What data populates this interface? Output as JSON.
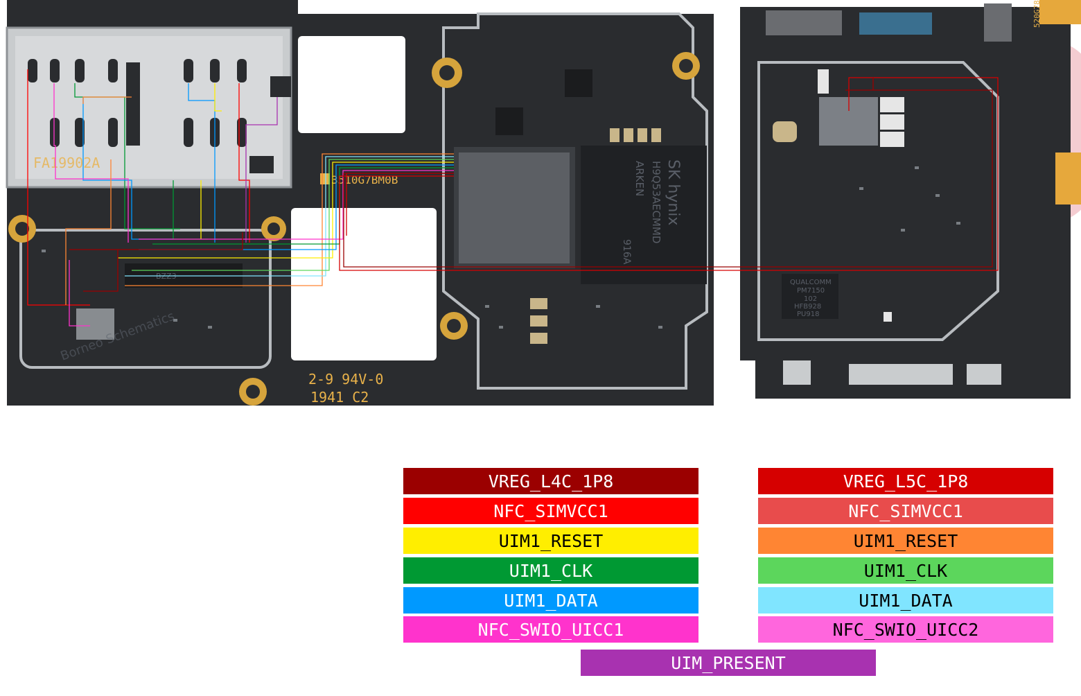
{
  "board": {
    "silkscreen": {
      "marking_left": "FA19902A",
      "marking_mi": "3510G7BM0B",
      "marking_ul": "2-9 94V-0",
      "marking_date": "1941 C2",
      "marking_corner": "520G78"
    },
    "chips": {
      "memory_brand": "SK hynix",
      "memory_part": "H9Q53AECMMD",
      "memory_code": "ARKEN",
      "memory_suffix": "916A",
      "pmic_brand": "QUALCOMM",
      "pmic_part": "PM7150",
      "pmic_code": "102",
      "pmic_lot": "HFB928",
      "pmic_sub": "PU918",
      "small_chip": "BZZ3"
    },
    "watermark": "Borneo Schematics"
  },
  "legend": {
    "left": [
      {
        "label": "VREG_L4C_1P8",
        "bg": "#9b0000",
        "fg": "#ffffff"
      },
      {
        "label": "NFC_SIMVCC1",
        "bg": "#ff0000",
        "fg": "#ffffff"
      },
      {
        "label": "UIM1_RESET",
        "bg": "#ffee00",
        "fg": "#000000"
      },
      {
        "label": "UIM1_CLK",
        "bg": "#009933",
        "fg": "#ffffff"
      },
      {
        "label": "UIM1_DATA",
        "bg": "#0099ff",
        "fg": "#ffffff"
      },
      {
        "label": "NFC_SWIO_UICC1",
        "bg": "#ff33cc",
        "fg": "#ffffff"
      }
    ],
    "right": [
      {
        "label": "VREG_L5C_1P8",
        "bg": "#d60000",
        "fg": "#ffffff"
      },
      {
        "label": "NFC_SIMVCC1",
        "bg": "#e84c4c",
        "fg": "#ffffff"
      },
      {
        "label": "UIM1_RESET",
        "bg": "#ff8533",
        "fg": "#000000"
      },
      {
        "label": "UIM1_CLK",
        "bg": "#5cd65c",
        "fg": "#000000"
      },
      {
        "label": "UIM1_DATA",
        "bg": "#80e5ff",
        "fg": "#000000"
      },
      {
        "label": "NFC_SWIO_UICC2",
        "bg": "#ff66dd",
        "fg": "#000000"
      }
    ],
    "bottom": {
      "label": "UIM_PRESENT",
      "bg": "#a832b0",
      "fg": "#ffffff"
    }
  }
}
